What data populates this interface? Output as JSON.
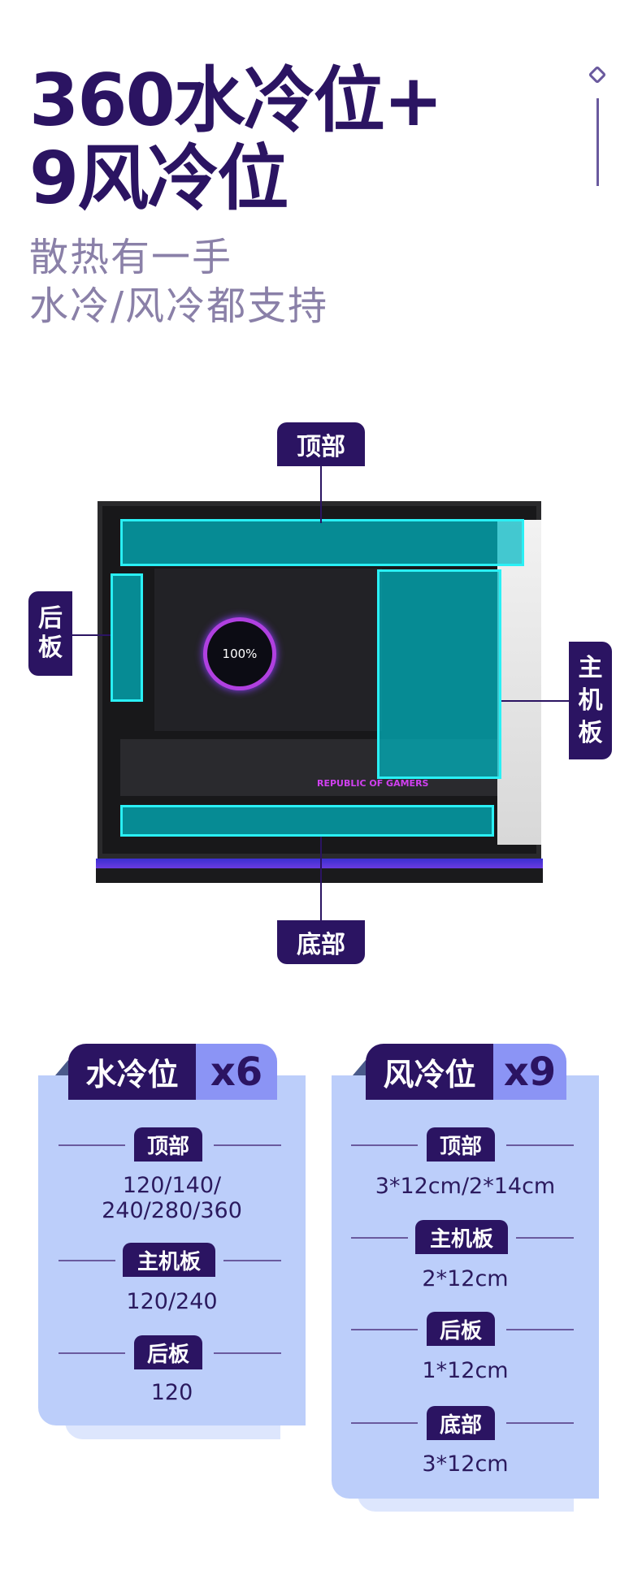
{
  "headline": {
    "line1": "360水冷位+",
    "line2": "9风冷位"
  },
  "subtitle": {
    "line1": "散热有一手",
    "line2": "水冷/风冷都支持"
  },
  "diagram": {
    "top": "顶部",
    "rear": "后板",
    "mb1": "主",
    "mb2": "机",
    "mb3": "板",
    "rear1": "后",
    "rear2": "板",
    "bottom": "底部",
    "screen": "100%",
    "rog": "REPUBLIC OF GAMERS"
  },
  "water": {
    "title": "水冷位",
    "count": "x6",
    "items": [
      {
        "label": "顶部",
        "value": "120/140/",
        "value2": "240/280/360"
      },
      {
        "label": "主机板",
        "value": "120/240"
      },
      {
        "label": "后板",
        "value": "120"
      }
    ]
  },
  "air": {
    "title": "风冷位",
    "count": "x9",
    "items": [
      {
        "label": "顶部",
        "value": "3*12cm/2*14cm"
      },
      {
        "label": "主机板",
        "value": "2*12cm"
      },
      {
        "label": "后板",
        "value": "1*12cm"
      },
      {
        "label": "底部",
        "value": "3*12cm"
      }
    ]
  }
}
